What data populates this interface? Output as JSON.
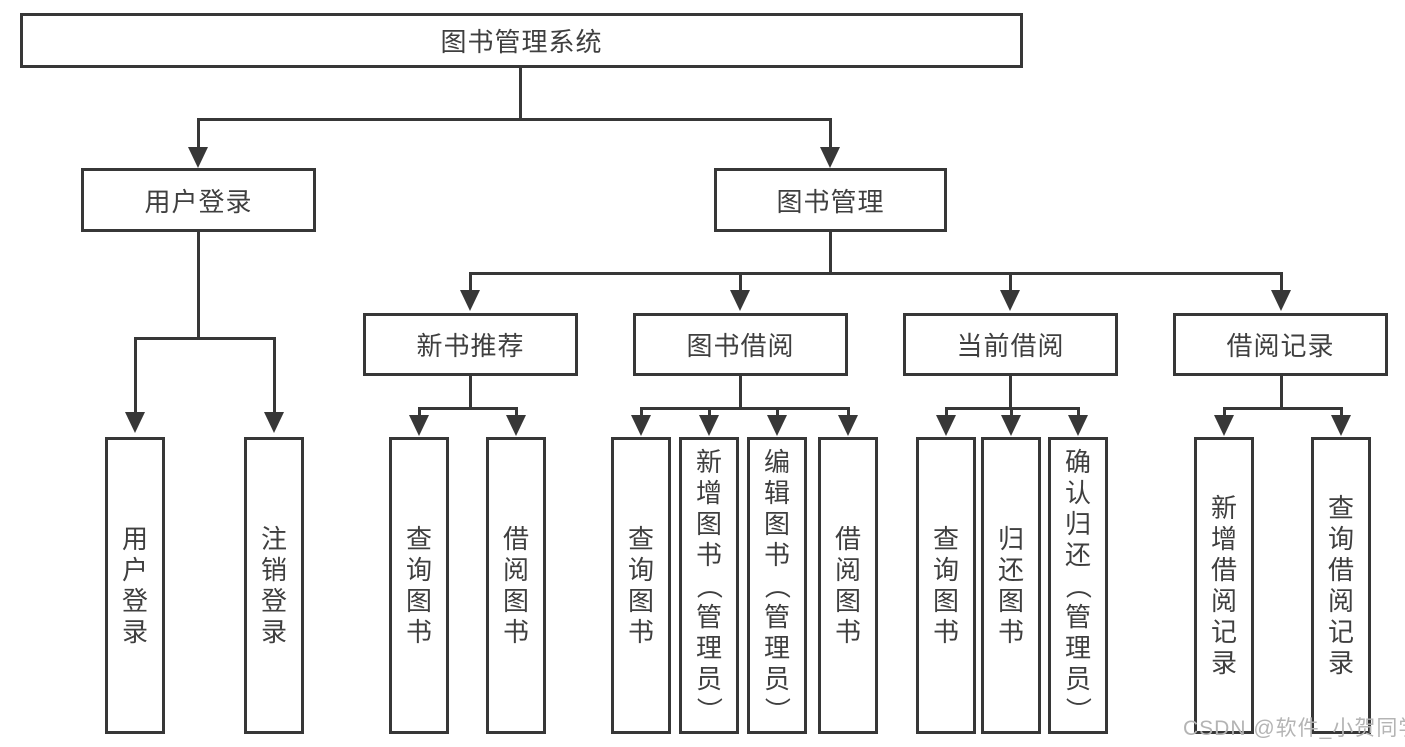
{
  "colors": {
    "line": "#373737",
    "text": "#3f3f3f",
    "box_fill": "#ffffff",
    "watermark": "#b4b4b4"
  },
  "tree": {
    "root": "图书管理系统",
    "branches": [
      {
        "label": "用户登录",
        "leaves": [
          "用户登录",
          "注销登录"
        ]
      },
      {
        "label": "图书管理",
        "sections": [
          {
            "label": "新书推荐",
            "leaves": [
              "查询图书",
              "借阅图书"
            ]
          },
          {
            "label": "图书借阅",
            "leaves": [
              "查询图书",
              "新增图书（管理员）",
              "编辑图书（管理员）",
              "借阅图书"
            ]
          },
          {
            "label": "当前借阅",
            "leaves": [
              "查询图书",
              "归还图书",
              "确认归还（管理员）"
            ]
          },
          {
            "label": "借阅记录",
            "leaves": [
              "新增借阅记录",
              "查询借阅记录"
            ]
          }
        ]
      }
    ]
  },
  "watermark": "CSDN @软件_小贺同学"
}
